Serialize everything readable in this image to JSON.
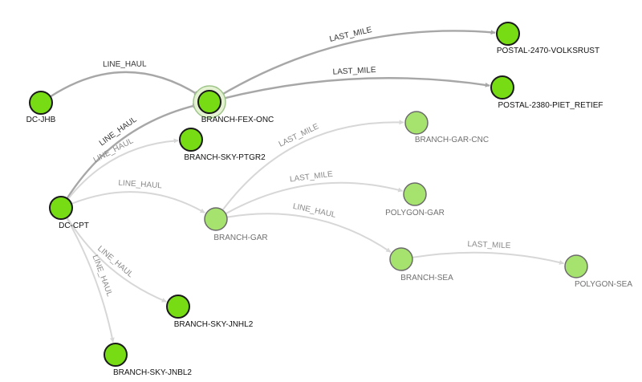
{
  "graph": {
    "colors": {
      "node_active_fill": "#78dc14",
      "node_active_stroke": "#1a1a1a",
      "node_faded_fill": "#a6e26e",
      "node_faded_stroke": "#6b6b6b",
      "node_halo_fill": "#e4f2d2",
      "node_halo_stroke": "#9fc58a",
      "edge_active": "#a7a7a7",
      "edge_faded": "#d7d7d7"
    },
    "nodes": [
      {
        "id": "dc-jhb",
        "label": "DC-JHB",
        "state": "active"
      },
      {
        "id": "branch-fex-onc",
        "label": "BRANCH-FEX-ONC",
        "state": "selected"
      },
      {
        "id": "postal-2470",
        "label": "POSTAL-2470-VOLKSRUST",
        "state": "active"
      },
      {
        "id": "postal-2380",
        "label": "POSTAL-2380-PIET_RETIEF",
        "state": "active"
      },
      {
        "id": "branch-sky-ptgr2",
        "label": "BRANCH-SKY-PTGR2",
        "state": "active"
      },
      {
        "id": "dc-cpt",
        "label": "DC-CPT",
        "state": "active"
      },
      {
        "id": "branch-gar-cnc",
        "label": "BRANCH-GAR-CNC",
        "state": "faded"
      },
      {
        "id": "polygon-gar",
        "label": "POLYGON-GAR",
        "state": "faded"
      },
      {
        "id": "branch-gar",
        "label": "BRANCH-GAR",
        "state": "faded"
      },
      {
        "id": "branch-sea",
        "label": "BRANCH-SEA",
        "state": "faded"
      },
      {
        "id": "polygon-sea",
        "label": "POLYGON-SEA",
        "state": "faded"
      },
      {
        "id": "branch-sky-jnhl2",
        "label": "BRANCH-SKY-JNHL2",
        "state": "active"
      },
      {
        "id": "branch-sky-jnbl2",
        "label": "BRANCH-SKY-JNBL2",
        "state": "active"
      }
    ],
    "edges": [
      {
        "id": "e1",
        "source": "dc-jhb",
        "target": "branch-fex-onc",
        "label": "LINE_HAUL",
        "state": "active"
      },
      {
        "id": "e2",
        "source": "branch-fex-onc",
        "target": "postal-2470",
        "label": "LAST_MILE",
        "state": "active"
      },
      {
        "id": "e3",
        "source": "branch-fex-onc",
        "target": "postal-2380",
        "label": "LAST_MILE",
        "state": "active"
      },
      {
        "id": "e4",
        "source": "dc-cpt",
        "target": "branch-fex-onc",
        "label": "LINE_HAUL",
        "state": "active"
      },
      {
        "id": "e5",
        "source": "dc-cpt",
        "target": "branch-sky-ptgr2",
        "label": "LINE_HAUL",
        "state": "faded"
      },
      {
        "id": "e6",
        "source": "dc-cpt",
        "target": "branch-gar",
        "label": "LINE_HAUL",
        "state": "faded"
      },
      {
        "id": "e7",
        "source": "dc-cpt",
        "target": "branch-sky-jnhl2",
        "label": "LINE_HAUL",
        "state": "faded"
      },
      {
        "id": "e8",
        "source": "dc-cpt",
        "target": "branch-sky-jnbl2",
        "label": "LINE_HAUL",
        "state": "faded"
      },
      {
        "id": "e9",
        "source": "branch-gar",
        "target": "branch-gar-cnc",
        "label": "LAST_MILE",
        "state": "faded"
      },
      {
        "id": "e10",
        "source": "branch-gar",
        "target": "polygon-gar",
        "label": "LAST_MILE",
        "state": "faded"
      },
      {
        "id": "e11",
        "source": "branch-gar",
        "target": "branch-sea",
        "label": "LINE_HAUL",
        "state": "faded"
      },
      {
        "id": "e12",
        "source": "branch-sea",
        "target": "polygon-sea",
        "label": "LAST_MILE",
        "state": "faded"
      }
    ]
  }
}
